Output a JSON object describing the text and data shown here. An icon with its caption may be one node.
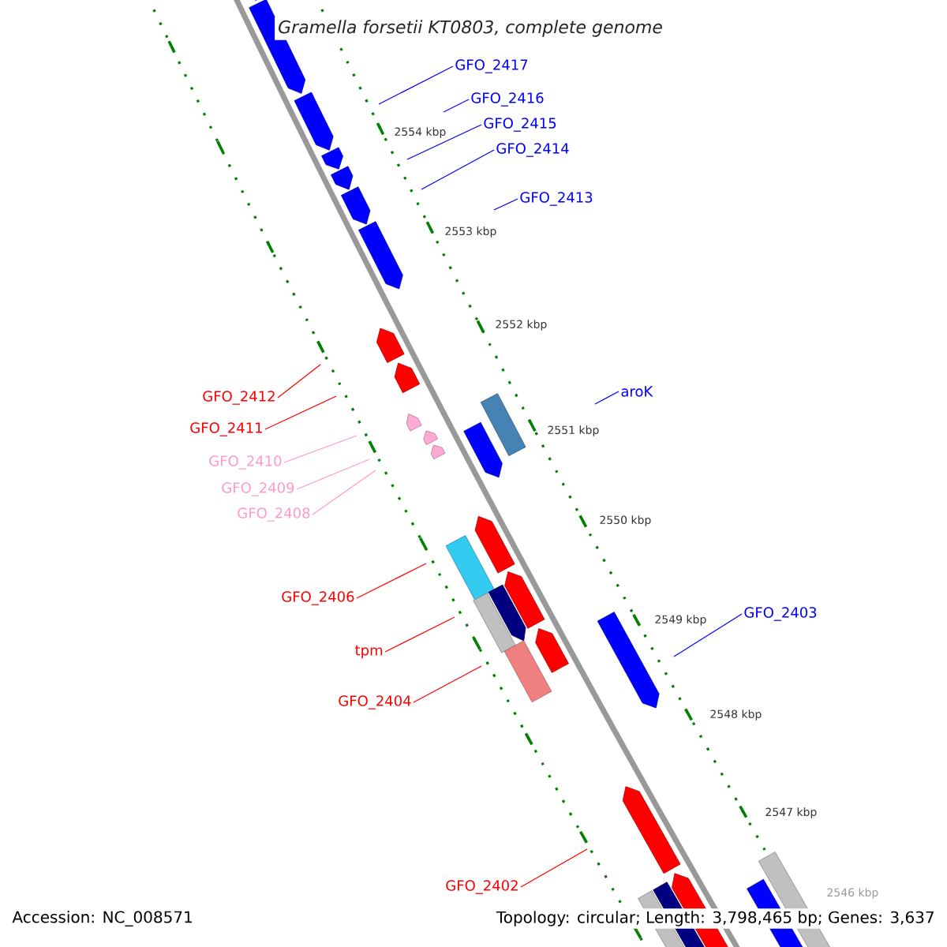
{
  "diagram": {
    "title": "Gramella forsetii KT0803, complete genome",
    "nodes": [
      {
        "text": [
          "GFO_2417"
        ]
      },
      {
        "text": [
          "GFO_2416"
        ]
      },
      {
        "text": [
          "GFO_2415"
        ]
      },
      {
        "text": [
          "GFO_2414"
        ]
      },
      {
        "text": [
          "GFO_2413"
        ]
      },
      {
        "text": [
          "GFO_2412"
        ]
      },
      {
        "text": [
          "GFO_2411"
        ]
      },
      {
        "text": [
          "aroK"
        ]
      },
      {
        "text": [
          "GFO_2410"
        ]
      },
      {
        "text": [
          "GFO_2409"
        ]
      },
      {
        "text": [
          "GFO_2408"
        ]
      },
      {
        "text": [
          "GFO_2406"
        ]
      },
      {
        "text": [
          "GFO_2403"
        ]
      },
      {
        "text": [
          "tpm"
        ]
      },
      {
        "text": [
          "GFO_2404"
        ]
      },
      {
        "text": [
          "GFO_2402"
        ]
      }
    ],
    "edges": [
      {
        "from": 0,
        "to": null,
        "arrow": "none"
      },
      {
        "from": 1,
        "to": null,
        "arrow": "none"
      },
      {
        "from": 2,
        "to": null,
        "arrow": "none"
      },
      {
        "from": 3,
        "to": null,
        "arrow": "none"
      },
      {
        "from": 4,
        "to": null,
        "arrow": "none"
      },
      {
        "from": 5,
        "to": null,
        "arrow": "none",
        "color": "#ff0000"
      },
      {
        "from": 6,
        "to": null,
        "arrow": "none",
        "color": "#ff0000"
      },
      {
        "from": 7,
        "to": null,
        "arrow": "none"
      },
      {
        "from": 8,
        "to": null,
        "arrow": "none",
        "color": "#ff99cc"
      },
      {
        "from": 9,
        "to": null,
        "arrow": "none",
        "color": "#ff99cc"
      },
      {
        "from": 10,
        "to": null,
        "arrow": "none",
        "color": "#ff99cc"
      },
      {
        "from": 11,
        "to": null,
        "arrow": "none",
        "color": "#ff0000"
      },
      {
        "from": 12,
        "to": null,
        "arrow": "none"
      },
      {
        "from": 13,
        "to": null,
        "arrow": "none",
        "color": "#ff0000"
      },
      {
        "from": 14,
        "to": null,
        "arrow": "none",
        "color": "#ff0000"
      },
      {
        "from": 15,
        "to": null,
        "arrow": "none",
        "color": "#ff0000"
      }
    ],
    "labels": [
      "2554 kbp",
      "2553 kbp",
      "2552 kbp",
      "2551 kbp",
      "2550 kbp",
      "2549 kbp",
      "2548 kbp",
      "2547 kbp",
      "2546 kbp",
      "Accession: NC_008571",
      "Topology: circular; Length: 3,798,465 bp; Genes: 3,637"
    ]
  }
}
